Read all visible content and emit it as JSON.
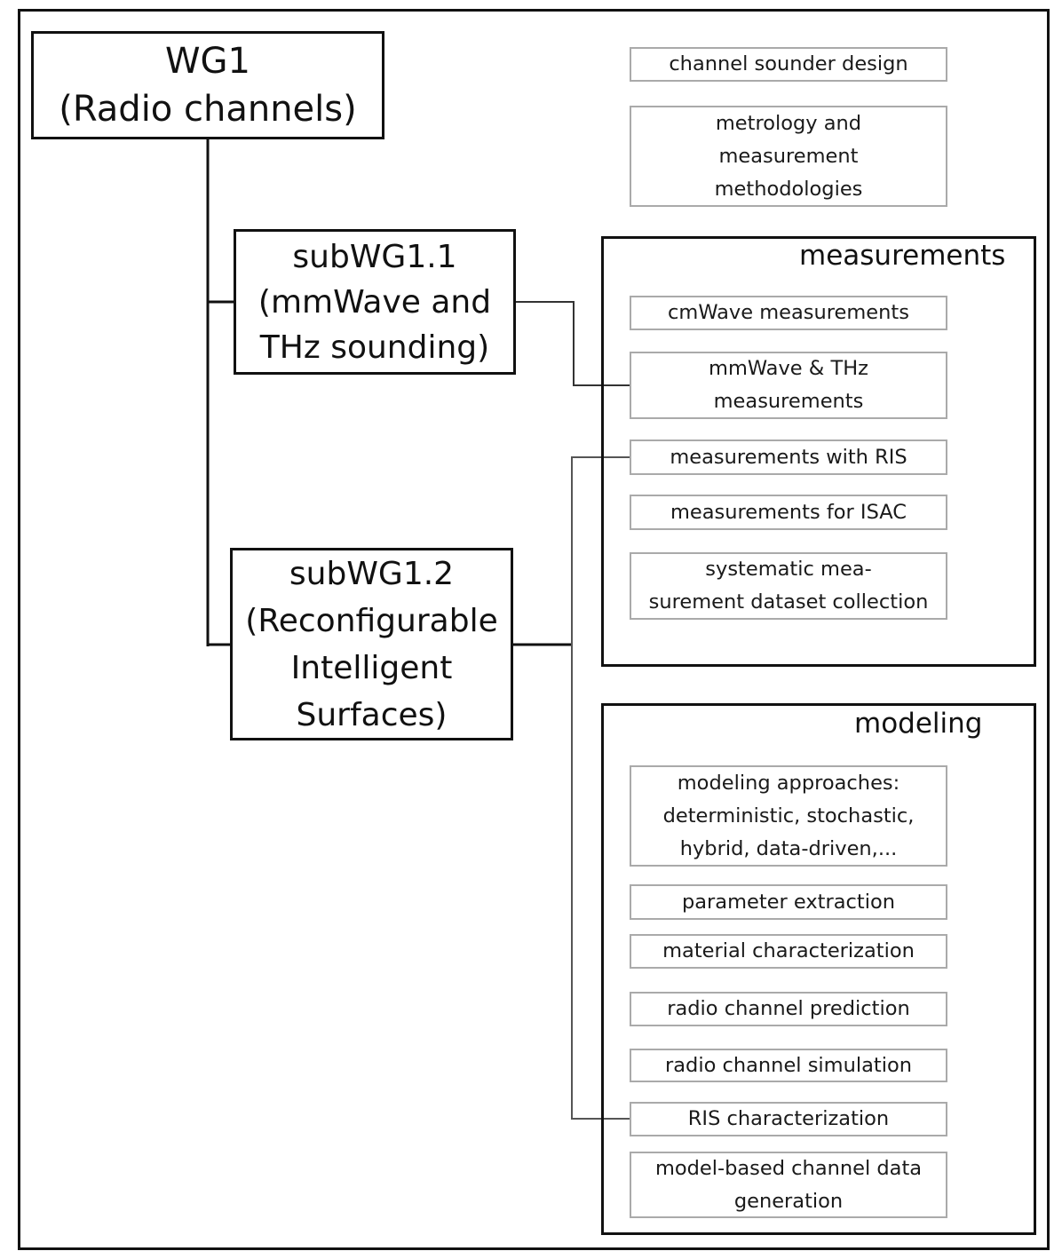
{
  "wg1": {
    "lines": [
      "WG1",
      "(Radio channels)"
    ]
  },
  "subwg11": {
    "lines": [
      "subWG1.1",
      "(mmWave and",
      "THz sounding)"
    ]
  },
  "subwg12": {
    "lines": [
      "subWG1.2",
      "(Reconfigurable",
      "Intelligent",
      "Surfaces)"
    ]
  },
  "general_topics": [
    {
      "lines": [
        "channel sounder design"
      ]
    },
    {
      "lines": [
        "metrology and",
        "measurement",
        "methodologies"
      ]
    }
  ],
  "measurements": {
    "title": "measurements",
    "topics": [
      {
        "lines": [
          "cmWave measurements"
        ]
      },
      {
        "lines": [
          "mmWave & THz",
          "measurements"
        ]
      },
      {
        "lines": [
          "measurements with RIS"
        ]
      },
      {
        "lines": [
          "measurements for ISAC"
        ]
      },
      {
        "lines": [
          "systematic mea-",
          "surement dataset collection"
        ]
      }
    ]
  },
  "modeling": {
    "title": "modeling",
    "topics": [
      {
        "lines": [
          "modeling approaches:",
          "deterministic, stochastic,",
          "hybrid, data-driven,..."
        ]
      },
      {
        "lines": [
          "parameter extraction"
        ]
      },
      {
        "lines": [
          "material characterization"
        ]
      },
      {
        "lines": [
          "radio channel prediction"
        ]
      },
      {
        "lines": [
          "radio channel simulation"
        ]
      },
      {
        "lines": [
          "RIS characterization"
        ]
      },
      {
        "lines": [
          "model-based channel data",
          "generation"
        ]
      }
    ]
  },
  "colors": {
    "box_border": "#111111",
    "topic_border": "#aaaaaa",
    "connector_dark": "#111111",
    "connector_grey": "#666666"
  }
}
